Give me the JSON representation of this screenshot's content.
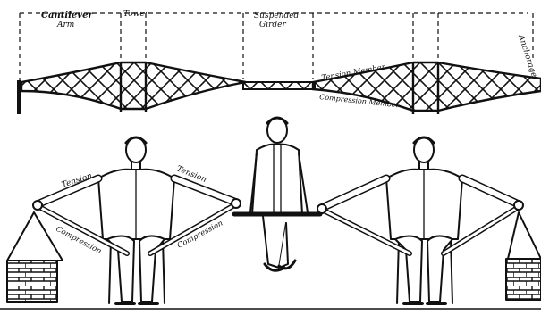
{
  "labels": {
    "cantilever_arm": [
      "Cantilever",
      "Arm"
    ],
    "tower": "Tower",
    "suspended_girder": [
      "Suspended",
      "Girder"
    ],
    "anchorage": "Anchorage",
    "tension_member": "Tension Member",
    "compression_member": "Compression Member",
    "tension_left": "Tension",
    "tension_right": "Tension",
    "compression_left": "Compression",
    "compression_right": "Compression"
  },
  "colors": {
    "ink": "#111111",
    "paper": "#ffffff"
  }
}
